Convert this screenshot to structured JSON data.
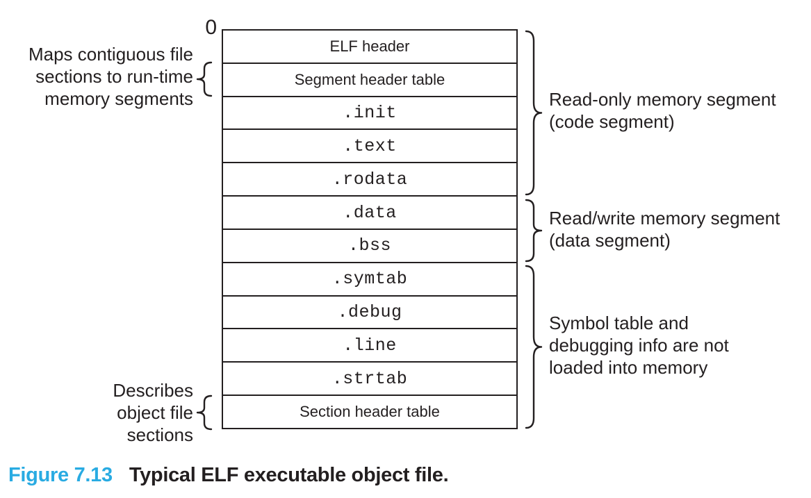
{
  "figure": {
    "origin_label": "0",
    "boxes": [
      {
        "label": "ELF header",
        "mono": false
      },
      {
        "label": "Segment header table",
        "mono": false
      },
      {
        "label": ".init",
        "mono": true
      },
      {
        "label": ".text",
        "mono": true
      },
      {
        "label": ".rodata",
        "mono": true
      },
      {
        "label": ".data",
        "mono": true
      },
      {
        "label": ".bss",
        "mono": true
      },
      {
        "label": ".symtab",
        "mono": true
      },
      {
        "label": ".debug",
        "mono": true
      },
      {
        "label": ".line",
        "mono": true
      },
      {
        "label": ".strtab",
        "mono": true
      },
      {
        "label": "Section header table",
        "mono": false
      }
    ],
    "left_annotations": [
      {
        "lines": [
          "Maps contiguous file",
          "sections to run-time",
          "memory segments"
        ],
        "target": "Segment header table"
      },
      {
        "lines": [
          "Describes",
          "object file",
          "sections"
        ],
        "target": "Section header table"
      }
    ],
    "right_annotations": [
      {
        "lines": [
          "Read-only memory segment",
          "(code segment)"
        ],
        "spans": "ELF header through .rodata"
      },
      {
        "lines": [
          "Read/write memory segment",
          "(data segment)"
        ],
        "spans": ".data through .bss"
      },
      {
        "lines": [
          "Symbol table and",
          "debugging info are not",
          "loaded into memory"
        ],
        "spans": ".symtab through Section header table"
      }
    ]
  },
  "caption": {
    "figure_number": "Figure 7.13",
    "title": "Typical ELF executable object file."
  },
  "colors": {
    "ink": "#231f20",
    "accent_blue": "#29abe2",
    "background": "#ffffff"
  }
}
